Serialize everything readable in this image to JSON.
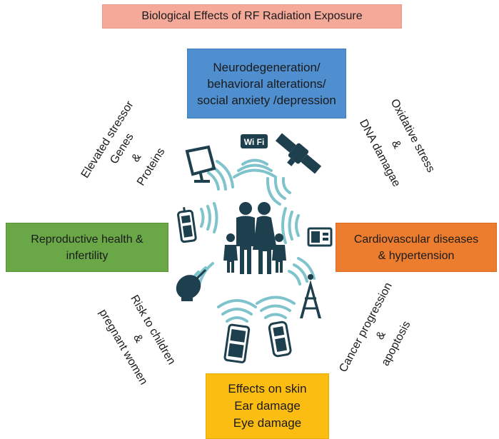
{
  "title": "Biological Effects of RF Radiation Exposure",
  "effects": {
    "top": [
      "Neurodegeneration/",
      "behavioral alterations/",
      "social anxiety /depression"
    ],
    "left": [
      "Reproductive health &",
      "infertility"
    ],
    "right": [
      "Cardiovascular diseases",
      "& hypertension"
    ],
    "bottom": [
      "Effects on skin",
      "Ear damage",
      "Eye damage"
    ],
    "upper_left": [
      "Elevated stressor",
      "Genes",
      "&",
      "Proteins"
    ],
    "upper_right": [
      "Oxidative stress",
      "&",
      "DNA damagae"
    ],
    "lower_left": [
      "Risk to children",
      "&",
      "pregnant women"
    ],
    "lower_right": [
      "Cancer progression",
      "&",
      "apoptosis"
    ]
  },
  "icons": {
    "wifi_text": "Wi Fi",
    "names": [
      "family-icon",
      "wifi-icon",
      "satellite-icon",
      "radio-icon",
      "cell-tower-icon",
      "cellphone-icon",
      "smartphone-icon",
      "satellite-dish-icon",
      "mobile-phone-icon",
      "monitor-icon"
    ]
  },
  "colors": {
    "title_bg": "#f4a999",
    "top_bg": "#4f8fcf",
    "left_bg": "#6aa847",
    "right_bg": "#ec7d2e",
    "bottom_bg": "#fcbd13",
    "icon": "#1e3f4d",
    "wave": "#7fc3cc"
  }
}
